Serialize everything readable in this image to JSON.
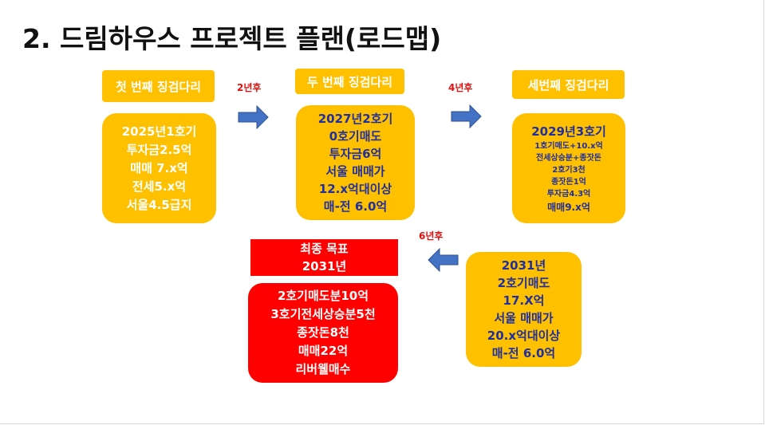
{
  "title": "2. 드림하우스 프로젝트 플랜(로드맵)",
  "colors": {
    "accent_yellow": "#ffc000",
    "goal_red": "#ff0000",
    "arrow_blue": "#4472c4",
    "text_navy": "#1f2fa0",
    "gap_label_red": "#e01010"
  },
  "steps": [
    {
      "label": "첫 번째 징검다리",
      "lines": [
        "2025년1호기",
        "투자금2.5억",
        "매매 7.x억",
        "전세5.x억",
        "서울4.5급지"
      ]
    },
    {
      "label": "두 번째 징검다리",
      "lines": [
        "2027년2호기",
        "0호기매도",
        "투자금6억",
        "서울 매매가",
        "12.x억대이상",
        "매-전 6.0억"
      ]
    },
    {
      "label": "세번째 징검다리",
      "heading": "2029년3호기",
      "lines": [
        "1호기매도+10.x억",
        "전세상승분+종잣돈",
        "2호기3천",
        "종잣돈1억",
        "투자금4.3억"
      ],
      "footer": "매매9.x억"
    }
  ],
  "step4": {
    "lines": [
      "2031년",
      "2호기매도",
      "17.X억",
      "서울 매매가",
      "20.x억대이상",
      "매-전 6.0억"
    ]
  },
  "gaps": [
    "2년후",
    "4년후",
    "6년후"
  ],
  "goal": {
    "header": [
      "최종 목표",
      "2031년"
    ],
    "lines": [
      "2호기매도분10억",
      "3호기전세상승분5천",
      "종잣돈8천",
      "매매22억",
      "리버웰매수"
    ]
  }
}
